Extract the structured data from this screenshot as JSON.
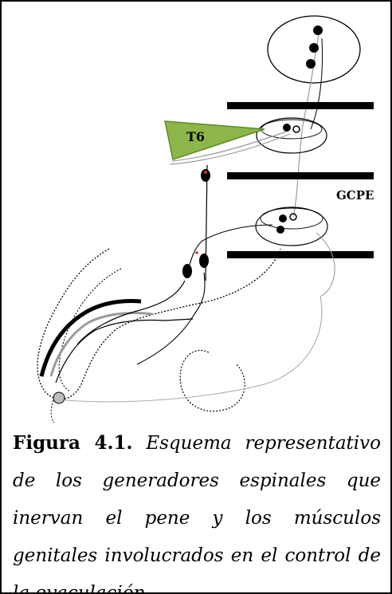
{
  "diagram": {
    "segment_label": "T6",
    "generator_label": "GCPE"
  },
  "caption": {
    "label": "Figura 4.1.",
    "text": "Esquema representativo de los generadores espinales que inervan el pene y los músculos genitales involucrados en el control de la eyaculación."
  },
  "colors": {
    "segment_fill": "#8db64a",
    "segment_dark": "#5e8a2b",
    "ink": "#000000",
    "nerve_gray": "#9a9a9a",
    "accent_red": "#c0392b"
  }
}
